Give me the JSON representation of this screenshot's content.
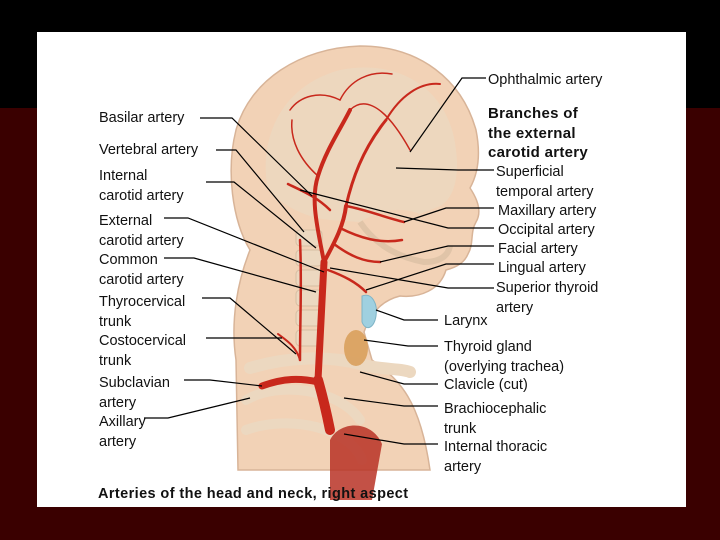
{
  "left_labels": {
    "basilar": "Basilar artery",
    "vertebral": "Vertebral artery",
    "internal_carotid": "Internal\ncarotid artery",
    "external_carotid": "External\ncarotid artery",
    "common_carotid": "Common\ncarotid artery",
    "thyrocervical": "Thyrocervical\ntrunk",
    "costocervical": "Costocervical\ntrunk",
    "subclavian": "Subclavian\nartery",
    "axillary": "Axillary\nartery"
  },
  "right_labels": {
    "ophthalmic": "Ophthalmic artery",
    "branches_heading": "Branches of\nthe external\ncarotid artery",
    "superficial_temporal": "Superficial\ntemporal artery",
    "maxillary": "Maxillary artery",
    "occipital": "Occipital artery",
    "facial": "Facial artery",
    "lingual": "Lingual artery",
    "superior_thyroid": "Superior thyroid\nartery",
    "larynx": "Larynx",
    "thyroid_gland": "Thyroid gland\n(overlying trachea)",
    "clavicle": "Clavicle (cut)",
    "brachiocephalic": "Brachiocephalic\ntrunk",
    "internal_thoracic": "Internal thoracic\nartery"
  },
  "caption": "Arteries of the head and neck, right aspect",
  "colors": {
    "slide_background": "#3a0000",
    "top_band": "#000000",
    "panel": "#ffffff",
    "skin": "#f2d2b6",
    "skull": "#ecd8c0",
    "artery": "#c8281c",
    "cartilage": "#9fd0e0",
    "thyroid": "#d9a05c",
    "leader_line": "#000000"
  }
}
